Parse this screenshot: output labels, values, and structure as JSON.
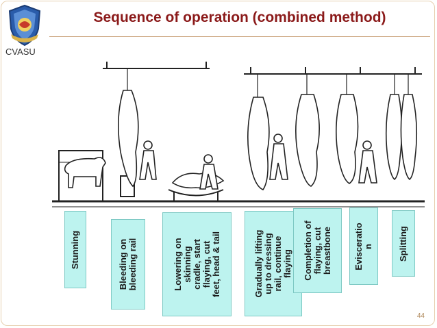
{
  "slide": {
    "title": "Sequence of operation (combined method)",
    "logo_text": "CVASU",
    "page_number": "44"
  },
  "steps": [
    {
      "label": "Stunning"
    },
    {
      "label": "Bleeding on\nbleeding rail"
    },
    {
      "label": "Lowering on\nskinning\ncradle, start\nflaying, cut\nfeet, head & tail"
    },
    {
      "label": "Gradually lifting\nup to dressing\nrail, continue\nflaying"
    },
    {
      "label": "Completion of\nflaying, cut\nbreastbone"
    },
    {
      "label": "Evisceratio\nn"
    },
    {
      "label": "Splitting"
    }
  ],
  "colors": {
    "title": "#8b1a1a",
    "label_fill": "#bdf3ef",
    "label_border": "#7ec9c4"
  }
}
